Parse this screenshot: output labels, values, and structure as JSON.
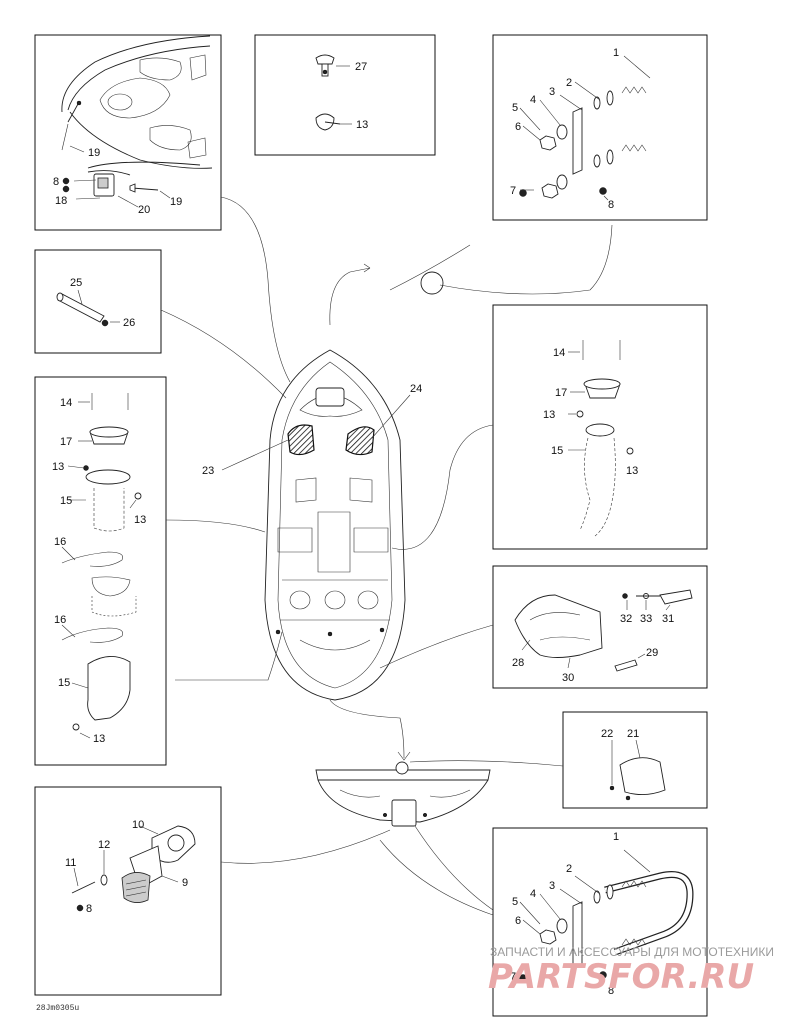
{
  "callouts": {
    "c1a": "1",
    "c2a": "2",
    "c3a": "3",
    "c4a": "4",
    "c5a": "5",
    "c6a": "6",
    "c7a": "7",
    "c8a": "8",
    "c8b": "8",
    "c18": "18",
    "c19a": "19",
    "c19b": "19",
    "c20": "20",
    "c27": "27",
    "c13a": "13",
    "c25": "25",
    "c26": "26",
    "c14a": "14",
    "c17a": "17",
    "c13b": "13",
    "c15a": "15",
    "c13c": "13",
    "c16a": "16",
    "c16b": "16",
    "c15b": "15",
    "c13d": "13",
    "c14b": "14",
    "c17b": "17",
    "c13e": "13",
    "c15c": "15",
    "c13f": "13",
    "c23": "23",
    "c24": "24",
    "c32": "32",
    "c33": "33",
    "c31": "31",
    "c28": "28",
    "c29": "29",
    "c30": "30",
    "c22": "22",
    "c21": "21",
    "c10": "10",
    "c12": "12",
    "c11": "11",
    "c9": "9",
    "c8c": "8",
    "c1b": "1",
    "c2b": "2",
    "c3b": "3",
    "c4b": "4",
    "c5b": "5",
    "c6b": "6",
    "c7b": "7",
    "c8d": "8"
  },
  "watermark": {
    "tagline": "ЗАПЧАСТИ И АКСЕССУАРЫ ДЛЯ МОТОТЕХНИКИ",
    "logo": "PARTSFOR.RU"
  },
  "reference_code": "28Jm0305u",
  "colors": {
    "line": "#222222",
    "watermark_text": "#9a9a9a",
    "watermark_logo": "#e9a8a8"
  }
}
